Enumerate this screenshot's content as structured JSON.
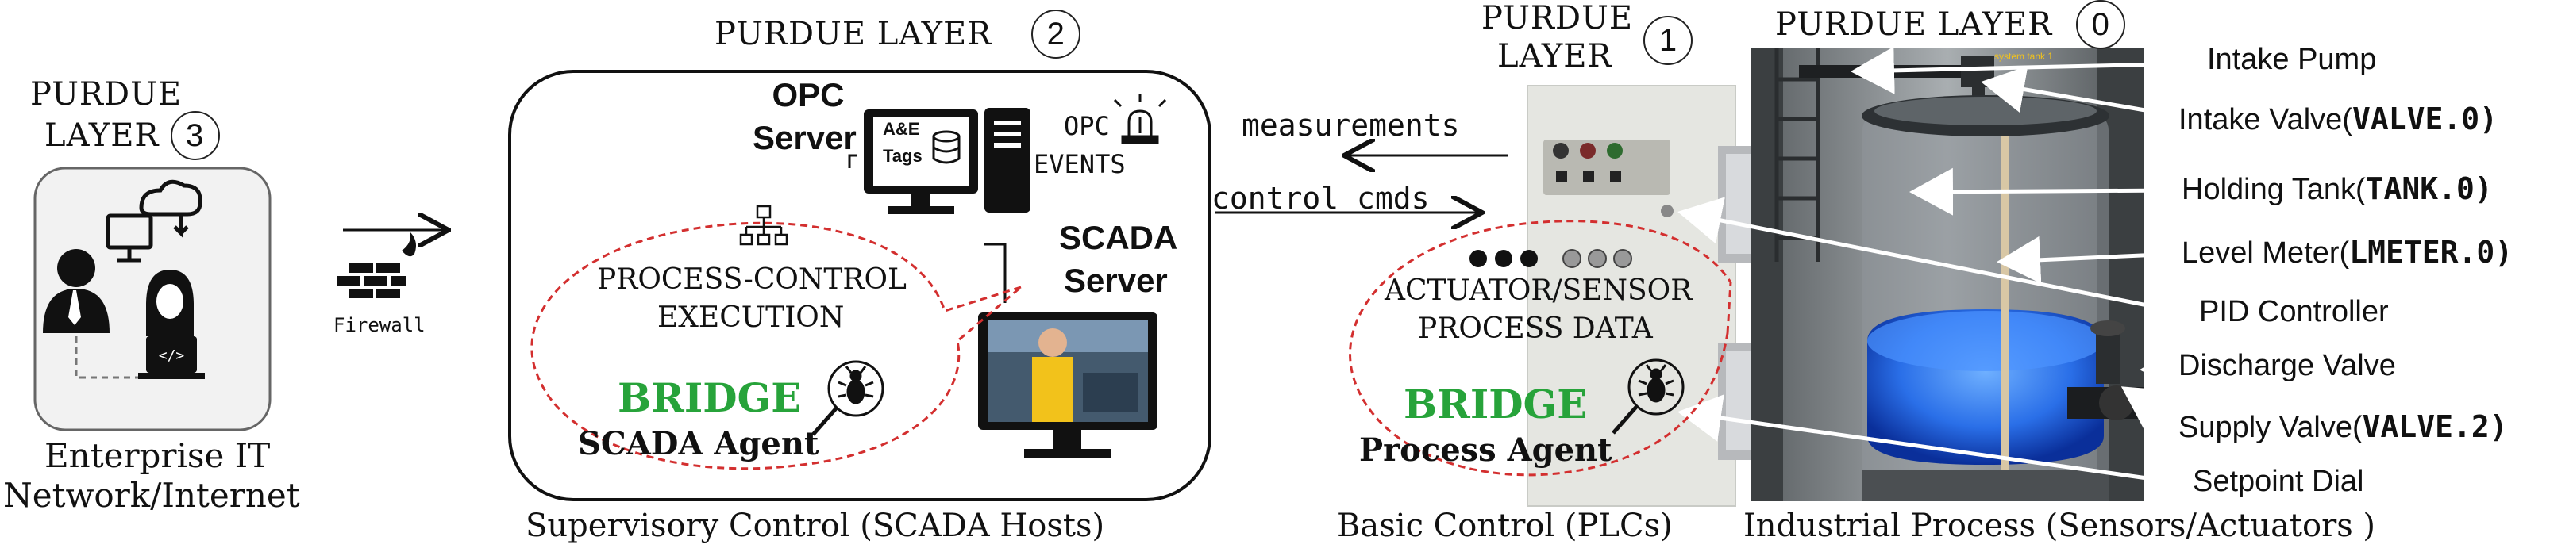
{
  "layers": {
    "l3": {
      "title_1": "PURDUE",
      "title_2": "LAYER",
      "num": "3",
      "caption_1": "Enterprise IT",
      "caption_2": "Network/Internet"
    },
    "l2": {
      "title": "PURDUE LAYER",
      "num": "2",
      "caption": "Supervisory Control (SCADA Hosts)"
    },
    "l1": {
      "title_1": "PURDUE",
      "title_2": "LAYER",
      "num": "1",
      "caption": "Basic Control (PLCs)"
    },
    "l0": {
      "title": "PURDUE LAYER",
      "num": "0",
      "caption": "Industrial Process (Sensors/Actuators )"
    }
  },
  "firewall_label": "Firewall",
  "opc_server": {
    "line1": "OPC",
    "line2": "Server",
    "tags_1": "A&E",
    "tags_2": "Tags"
  },
  "opc_events": {
    "line1": "OPC",
    "line2": "EVENTS"
  },
  "scada_server": {
    "line1": "SCADA",
    "line2": "Server"
  },
  "process_control": {
    "line1": "PROCESS-CONTROL",
    "line2": "EXECUTION"
  },
  "scada_bridge": {
    "bridge": "BRIDGE",
    "agent": "SCADA Agent"
  },
  "signals": {
    "measurements": "measurements",
    "control": "control cmds"
  },
  "process_data": {
    "line1": "ACTUATOR/SENSOR",
    "line2": "PROCESS DATA"
  },
  "process_bridge": {
    "bridge": "BRIDGE",
    "agent": "Process Agent"
  },
  "components": [
    {
      "name": "Intake Pump",
      "tag": ""
    },
    {
      "name": "Intake Valve(",
      "tag": "VALVE.0)"
    },
    {
      "name": "Holding Tank(",
      "tag": "TANK.0)"
    },
    {
      "name": "Level Meter(",
      "tag": "LMETER.0)"
    },
    {
      "name": "PID Controller",
      "tag": ""
    },
    {
      "name": "Discharge Valve",
      "tag": ""
    },
    {
      "name": "Supply Valve(",
      "tag": "VALVE.2)"
    },
    {
      "name": "Setpoint Dial",
      "tag": ""
    }
  ],
  "tank_sign": "system tank 1",
  "colors": {
    "green": "#27a33a",
    "dashed_red": "#d32f2f",
    "water": "#1f6cff"
  }
}
